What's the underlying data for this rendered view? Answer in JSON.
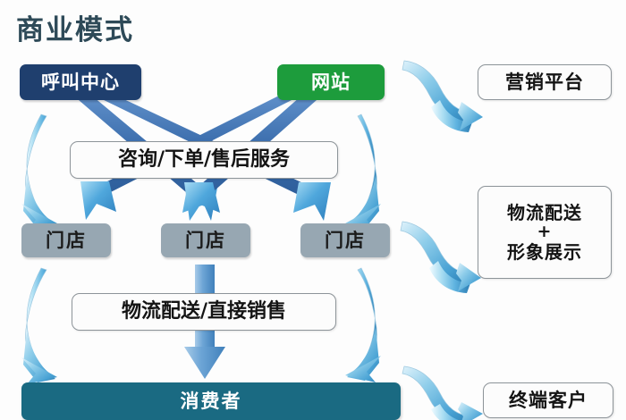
{
  "diagram": {
    "title": "商业模式",
    "title_color": "#2e4a58",
    "background": "#fdfdfd"
  },
  "nodes": {
    "call_center": {
      "label": "呼叫中心",
      "color": "#1f3f6e",
      "text_color": "#ffffff"
    },
    "website": {
      "label": "网站",
      "color": "#1d9c3c",
      "text_color": "#ffffff"
    },
    "marketing_platform": {
      "label": "营销平台",
      "color": "#fcfcfc",
      "text_color": "#141414"
    },
    "service_band": {
      "label": "咨询/下单/售后服务",
      "color": "#fcfcfc",
      "text_color": "#141414"
    },
    "store_1": {
      "label": "门店",
      "color": "#97a7b2",
      "text_color": "#1b1b1b"
    },
    "store_2": {
      "label": "门店",
      "color": "#97a7b2",
      "text_color": "#1b1b1b"
    },
    "store_3": {
      "label": "门店",
      "color": "#97a7b2",
      "text_color": "#1b1b1b"
    },
    "logistics_display": {
      "line1": "物流配送",
      "line2": "+",
      "line3": "形象展示",
      "color": "#fcfcfc",
      "text_color": "#141414"
    },
    "delivery_band": {
      "label": "物流配送/直接销售",
      "color": "#fcfcfc",
      "text_color": "#141414"
    },
    "consumer": {
      "label": "消费者",
      "color": "#1a6a82",
      "text_color": "#ffffff"
    },
    "end_client": {
      "label": "终端客户",
      "color": "#fcfcfc",
      "text_color": "#141414"
    }
  },
  "arrows": {
    "cross_arrow_color": "#3f74b4",
    "ribbon_arrow_color": "#7cc0e2",
    "straight_arrow_color": "#5b9bd1",
    "items": [
      {
        "name": "call-center-to-store-2",
        "kind": "diagonal-band"
      },
      {
        "name": "call-center-to-store-3",
        "kind": "diagonal-band"
      },
      {
        "name": "website-to-store-1",
        "kind": "diagonal-band"
      },
      {
        "name": "website-to-store-2",
        "kind": "diagonal-band"
      },
      {
        "name": "call-center-to-store-1",
        "kind": "curved-ribbon"
      },
      {
        "name": "website-to-store-3",
        "kind": "curved-ribbon"
      },
      {
        "name": "website-to-marketing-platform",
        "kind": "s-ribbon"
      },
      {
        "name": "store-3-to-logistics-display",
        "kind": "s-ribbon"
      },
      {
        "name": "consumer-to-end-client",
        "kind": "s-ribbon"
      },
      {
        "name": "store-1-to-consumer",
        "kind": "curved-ribbon"
      },
      {
        "name": "store-2-to-consumer",
        "kind": "straight-down"
      },
      {
        "name": "store-3-to-consumer",
        "kind": "curved-ribbon"
      }
    ]
  }
}
